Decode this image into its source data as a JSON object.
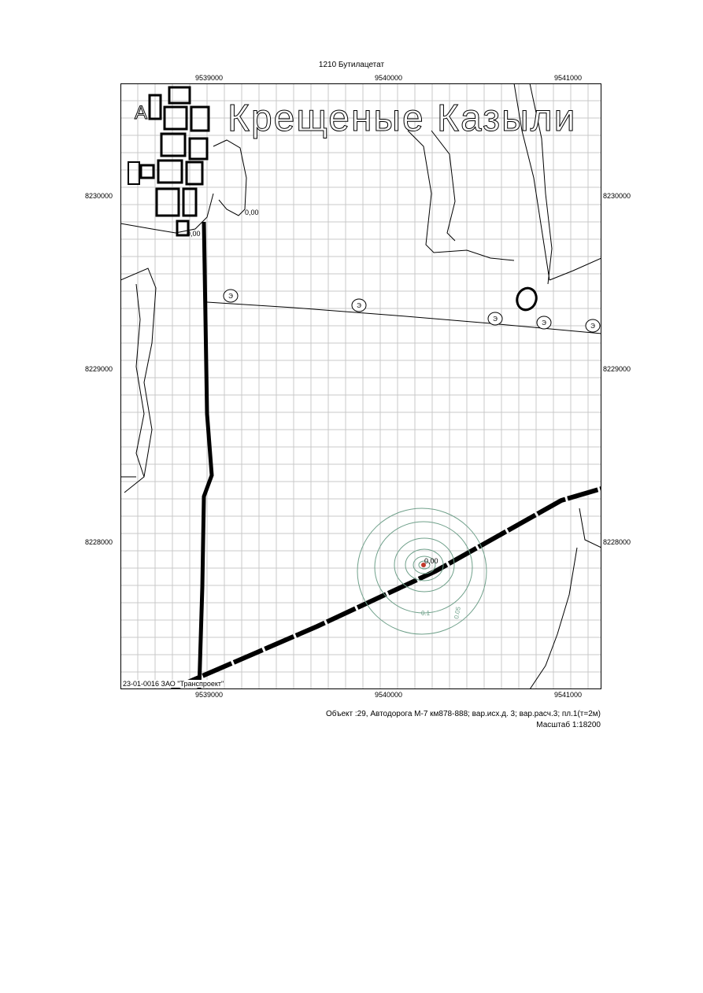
{
  "header": {
    "title": "1210 Бутилацетат"
  },
  "axes": {
    "x_ticks": [
      "9539000",
      "9540000",
      "9541000"
    ],
    "y_ticks": [
      "8230000",
      "8229000",
      "8228000"
    ]
  },
  "map": {
    "place_name": "Крещеные Казыли",
    "contour_labels": {
      "zero_a": "0,00",
      "zero_b": "0,00",
      "center": "0,00",
      "inner": "0.1",
      "outer": "0.05"
    },
    "marker_symbol": "Э",
    "colors": {
      "grid": "#c8c8c8",
      "road": "#000000",
      "contour": "#6fa08a",
      "source": "#c0392b"
    }
  },
  "footer": {
    "stamp": "23-01-0016 ЗАО \"Транспроект\"",
    "object": "Объект :29, Автодорога М-7 км878-888; вар.исх.д. 3; вар.расч.3; пл.1(т=2м)",
    "scale": "Масштаб 1:18200"
  }
}
